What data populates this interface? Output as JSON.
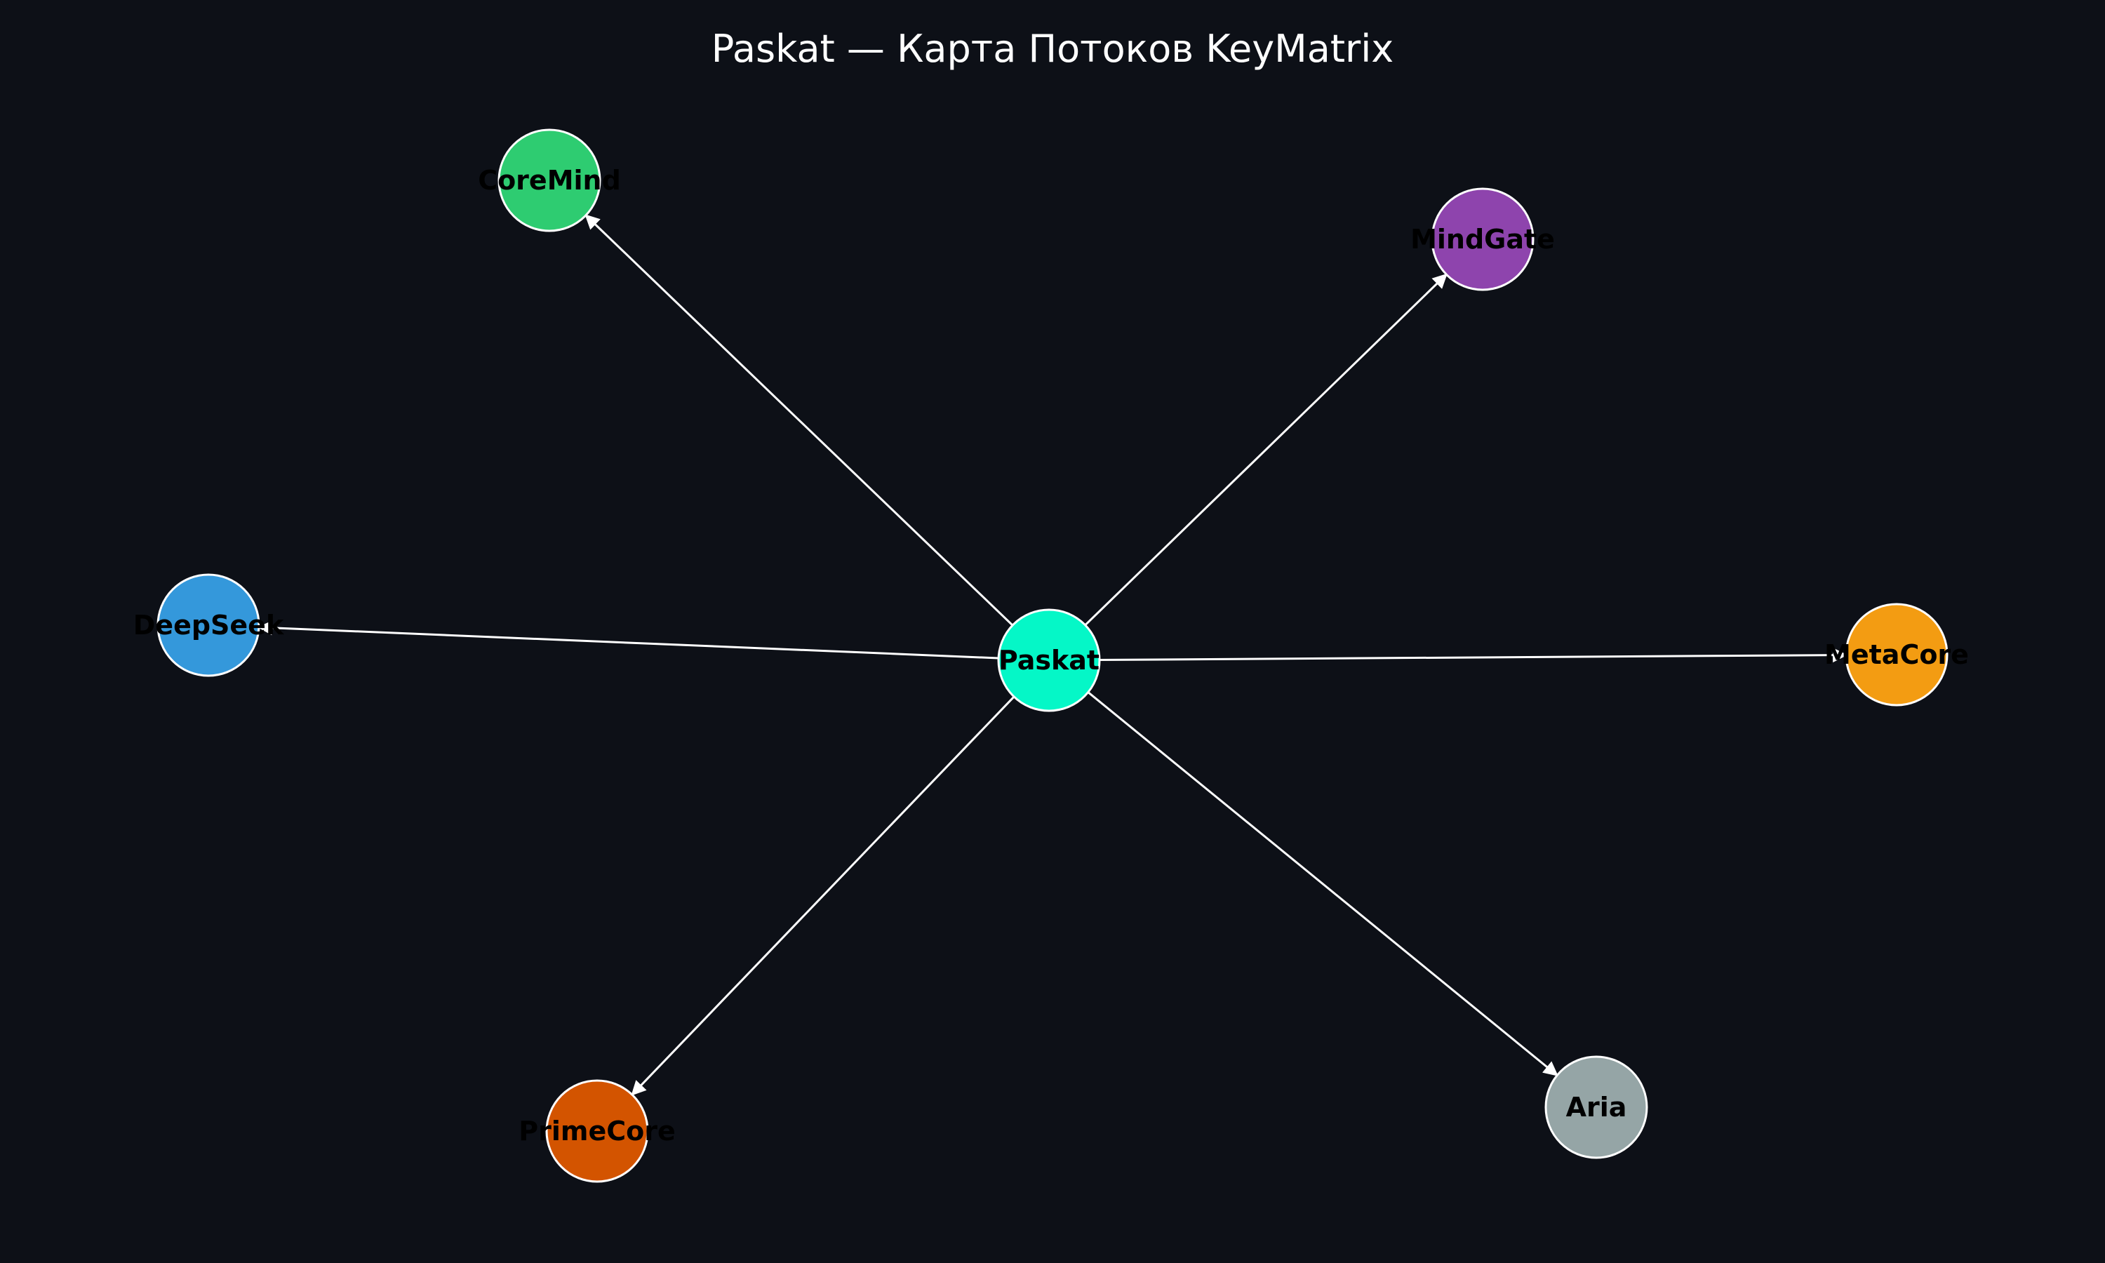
{
  "title": "Paskat — Карта Потоков KeyMatrix",
  "edge_color": "#ffffff",
  "background": "#0d1017",
  "center": "paskat",
  "nodes": [
    {
      "id": "paskat",
      "label": "Paskat",
      "color": "#05f7c7"
    },
    {
      "id": "coremind",
      "label": "CoreMind",
      "color": "#2ecc71"
    },
    {
      "id": "mindgate",
      "label": "MindGate",
      "color": "#8e44ad"
    },
    {
      "id": "deepseek",
      "label": "DeepSeek",
      "color": "#3498db"
    },
    {
      "id": "metacore",
      "label": "MetaCore",
      "color": "#f39c12"
    },
    {
      "id": "primecore",
      "label": "PrimeCore",
      "color": "#d35400"
    },
    {
      "id": "aria",
      "label": "Aria",
      "color": "#95a5a6"
    }
  ],
  "edges": [
    {
      "from": "paskat",
      "to": "coremind"
    },
    {
      "from": "paskat",
      "to": "mindgate"
    },
    {
      "from": "paskat",
      "to": "deepseek"
    },
    {
      "from": "paskat",
      "to": "metacore"
    },
    {
      "from": "paskat",
      "to": "primecore"
    },
    {
      "from": "paskat",
      "to": "aria"
    }
  ]
}
